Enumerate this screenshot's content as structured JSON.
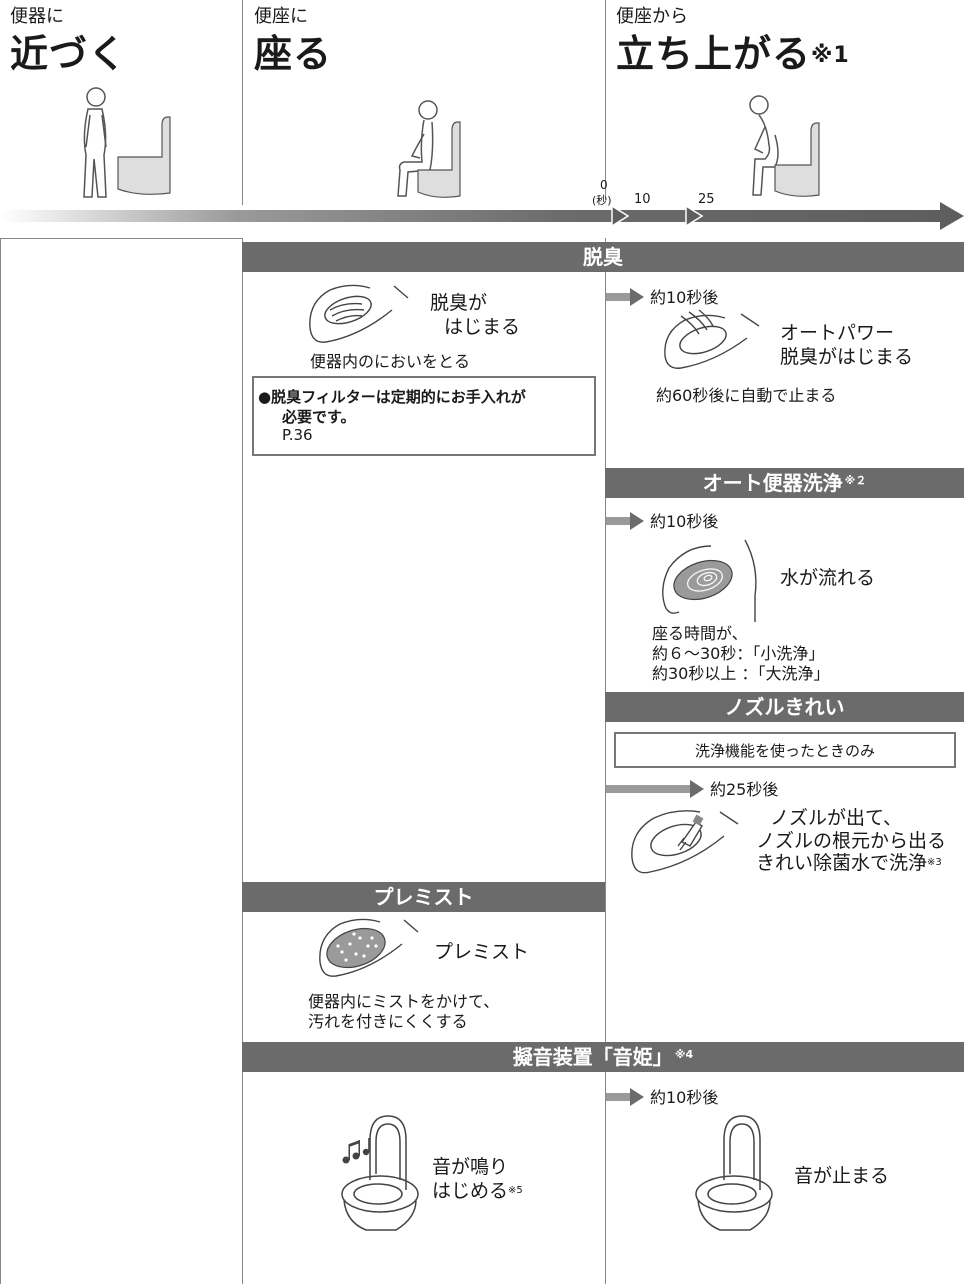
{
  "header": {
    "col1": {
      "small": "便器に",
      "big": "近づく"
    },
    "col2": {
      "small": "便座に",
      "big": "座る"
    },
    "col3": {
      "small": "便座から",
      "big": "立ち上がる",
      "mark": "※1"
    }
  },
  "timeline": {
    "zero": "0",
    "unit": "(秒)",
    "t10": "10",
    "t25": "25"
  },
  "deodorize": {
    "title": "脱臭",
    "left_label": [
      "脱臭が",
      "はじまる"
    ],
    "left_caption": "便器内のにおいをとる",
    "note_lines": [
      "●脱臭フィルターは定期的にお手入れが",
      "必要です。",
      "P.36"
    ],
    "right_delay": "約10秒後",
    "right_label": [
      "オートパワー",
      "脱臭がはじまる"
    ],
    "right_caption": "約60秒後に自動で止まる"
  },
  "auto_flush": {
    "title": "オート便器洗浄",
    "mark": "※２",
    "delay": "約10秒後",
    "label": "水が流れる",
    "captions": [
      "座る時間が、",
      "約６〜30秒：「小洗浄」",
      "約30秒以上 ：「大洗浄」"
    ]
  },
  "nozzle": {
    "title": "ノズルきれい",
    "box": "洗浄機能を使ったときのみ",
    "delay": "約25秒後",
    "label": [
      "ノズルが出て、",
      "ノズルの根元から出る",
      "きれい除菌水で洗浄"
    ],
    "mark": "※3"
  },
  "premist": {
    "title": "プレミスト",
    "label": "プレミスト",
    "captions": [
      "便器内にミストをかけて、",
      "汚れを付きにくくする"
    ]
  },
  "otohime": {
    "title": "擬音装置「音姫」",
    "mark": "※4",
    "left_label": [
      "音が鳴り",
      "はじめる"
    ],
    "left_mark": "※5",
    "right_delay": "約10秒後",
    "right_label": "音が止まる"
  }
}
